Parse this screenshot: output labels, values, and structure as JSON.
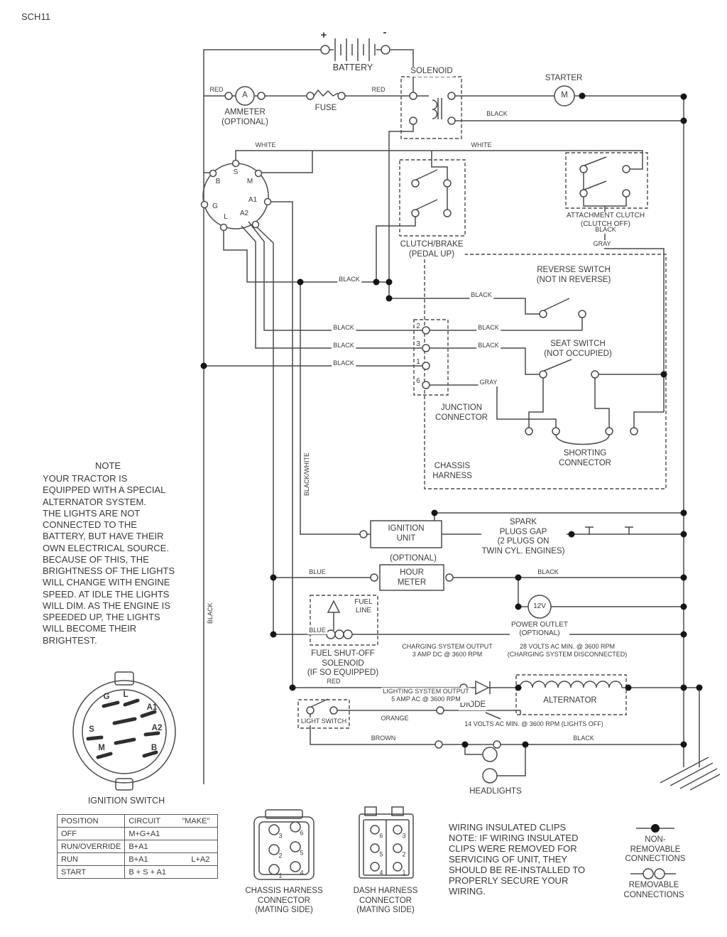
{
  "sheet": {
    "id": "SCH11"
  },
  "colors": {
    "line": "#4a4a4a",
    "text": "#3a3a3a"
  },
  "wires": {
    "red": "RED",
    "black": "BLACK",
    "white": "WHITE",
    "gray": "GRAY",
    "blue": "BLUE",
    "orange": "ORANGE",
    "brown": "BROWN",
    "black_white": "BLACK/WHITE"
  },
  "components": {
    "battery": {
      "plus": "+",
      "minus": "-",
      "label": "BATTERY"
    },
    "ammeter": {
      "symbol": "A",
      "label": "AMMETER\n(OPTIONAL)"
    },
    "fuse": {
      "label": "FUSE"
    },
    "solenoid": {
      "label": "SOLENOID"
    },
    "starter": {
      "symbol": "M",
      "label": "STARTER"
    },
    "ignition_switch": {
      "terminals": {
        "s": "S",
        "m": "M",
        "b": "B",
        "g": "G",
        "l": "L",
        "a1": "A1",
        "a2": "A2"
      }
    },
    "clutch_brake": {
      "label": "CLUTCH/BRAKE\n(PEDAL UP)"
    },
    "attachment_clutch": {
      "label": "ATTACHMENT CLUTCH\n(CLUTCH OFF)"
    },
    "reverse_switch": {
      "label": "REVERSE SWITCH\n(NOT IN REVERSE)"
    },
    "seat_switch": {
      "label": "SEAT SWITCH\n(NOT OCCUPIED)"
    },
    "junction_connector": {
      "label": "JUNCTION\nCONNECTOR",
      "pins": [
        "2",
        "3",
        "1",
        "6"
      ]
    },
    "shorting_connector": {
      "label": "SHORTING\nCONNECTOR"
    },
    "chassis_harness": {
      "label": "CHASSIS\nHARNESS"
    },
    "ignition_unit": {
      "label": "IGNITION\nUNIT"
    },
    "spark_plugs": {
      "label": "SPARK\nPLUGS GAP\n(2 PLUGS ON\nTWIN CYL. ENGINES)"
    },
    "hour_meter": {
      "optional": "(OPTIONAL)",
      "label": "HOUR\nMETER"
    },
    "power_outlet": {
      "symbol": "12V",
      "label": "POWER OUTLET\n(OPTIONAL)"
    },
    "fuel_line": {
      "label": "FUEL\nLINE"
    },
    "fuel_solenoid": {
      "label": "FUEL SHUT-OFF\nSOLENOID\n(IF SO EQUIPPED)"
    },
    "diode": {
      "label": "DIODE"
    },
    "alternator": {
      "label": "ALTERNATOR"
    },
    "light_switch": {
      "label": "LIGHT SWITCH"
    },
    "headlights": {
      "label": "HEADLIGHTS"
    }
  },
  "ratings": {
    "charging_output": "CHARGING SYSTEM OUTPUT\n3 AMP DC @ 3600 RPM",
    "charging_disconnected": "28 VOLTS AC MIN. @ 3600 RPM\n(CHARGING SYSTEM DISCONNECTED)",
    "lighting_output": "LIGHTING SYSTEM OUTPUT\n5 AMP AC @ 3600 RPM",
    "lighting_voltage": "14 VOLTS AC MIN. @ 3600 RPM (LIGHTS OFF)"
  },
  "note": {
    "title": "NOTE",
    "body": "YOUR TRACTOR IS\nEQUIPPED WITH A SPECIAL\nALTERNATOR SYSTEM.\nTHE LIGHTS ARE NOT\nCONNECTED TO THE\nBATTERY, BUT HAVE THEIR\nOWN ELECTRICAL SOURCE.\nBECAUSE OF THIS, THE\nBRIGHTNESS OF THE LIGHTS\nWILL CHANGE WITH ENGINE\nSPEED.  AT IDLE THE LIGHTS\nWILL DIM.  AS THE ENGINE IS\nSPEEDED UP, THE LIGHTS\nWILL BECOME THEIR\nBRIGHTEST."
  },
  "ignition_detail": {
    "title": "IGNITION SWITCH",
    "terminals": [
      "G",
      "L",
      "A1",
      "A2",
      "S",
      "M",
      "B"
    ]
  },
  "switch_table": {
    "col_position": "POSITION",
    "col_circuit": "CIRCUIT",
    "col_make": "\"MAKE\"",
    "rows": [
      {
        "position": "OFF",
        "circuit": "M+G+A1",
        "make": ""
      },
      {
        "position": "RUN/OVERRIDE",
        "circuit": "B+A1",
        "make": ""
      },
      {
        "position": "RUN",
        "circuit": "B+A1",
        "make": "L+A2"
      },
      {
        "position": "START",
        "circuit": "B + S + A1",
        "make": ""
      }
    ]
  },
  "connectors": {
    "chassis": {
      "label": "CHASSIS HARNESS\nCONNECTOR\n(MATING SIDE)",
      "pins_left": [
        "3",
        "2",
        "1"
      ],
      "pins_right": [
        "6",
        "5",
        "4"
      ]
    },
    "dash": {
      "label": "DASH HARNESS\nCONNECTOR\n(MATING SIDE)",
      "pins_left": [
        "6",
        "5",
        "4"
      ],
      "pins_right": [
        "3",
        "2",
        "1"
      ]
    }
  },
  "clips_note": "WIRING INSULATED CLIPS\nNOTE: IF WIRING INSULATED\nCLIPS WERE REMOVED FOR\nSERVICING OF UNIT, THEY\nSHOULD BE RE-INSTALLED TO\nPROPERLY SECURE YOUR\nWIRING.",
  "legend": {
    "non_removable": "NON-REMOVABLE\nCONNECTIONS",
    "removable": "REMOVABLE\nCONNECTIONS"
  }
}
